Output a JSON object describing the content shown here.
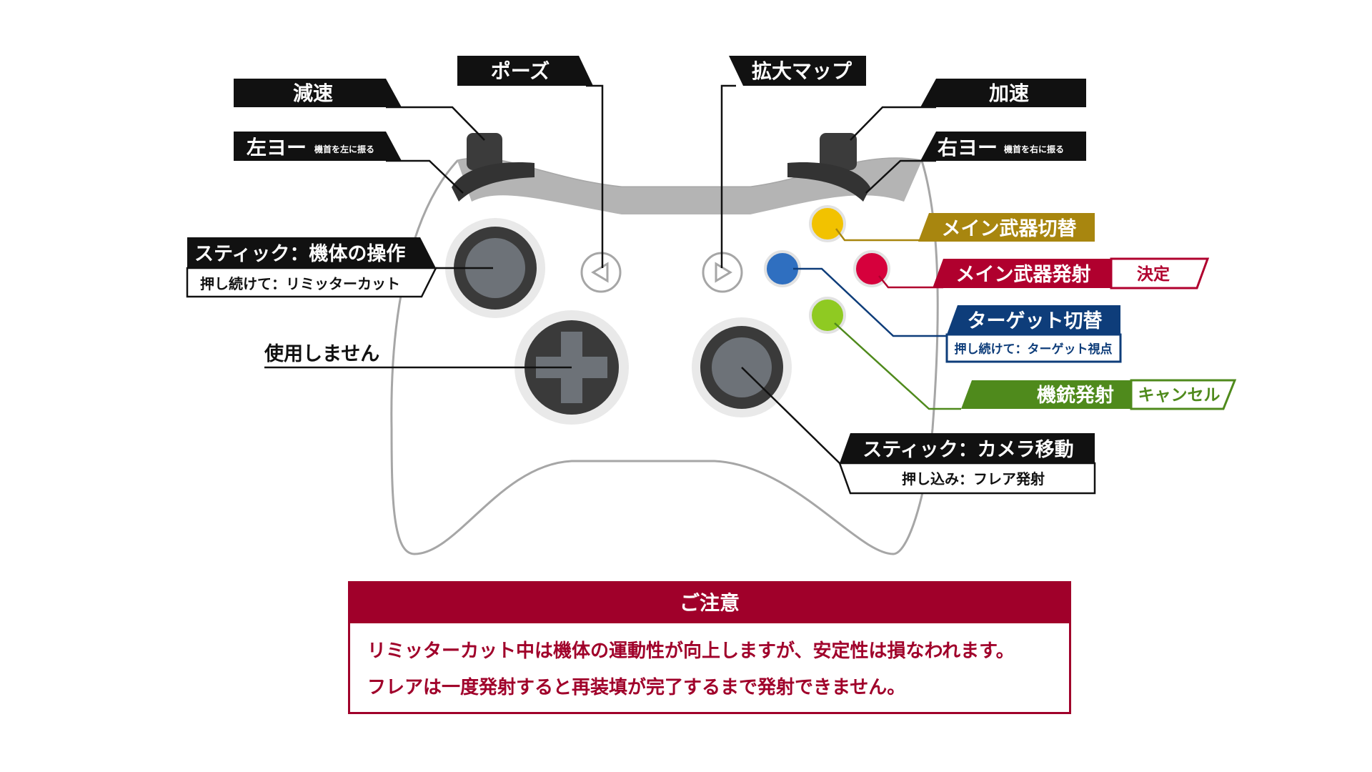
{
  "labels": {
    "pause": "ポーズ",
    "map": "拡大マップ",
    "decel": "減速",
    "accel": "加速",
    "left_yaw": "左ヨー",
    "left_yaw_sub": "機首を左に振る",
    "right_yaw": "右ヨー",
    "right_yaw_sub": "機首を右に振る",
    "left_stick": "スティック：機体の操作",
    "left_stick_sub": "押し続けて：リミッターカット",
    "dpad": "使用しません",
    "main_switch": "メイン武器切替",
    "main_fire": "メイン武器発射",
    "main_fire_alt": "決定",
    "target": "ターゲット切替",
    "target_sub": "押し続けて：ターゲット視点",
    "gun": "機銃発射",
    "gun_alt": "キャンセル",
    "right_stick": "スティック：カメラ移動",
    "right_stick_sub": "押し込み：フレア発射"
  },
  "notice": {
    "title": "ご注意",
    "lines": [
      "リミッターカット中は機体の運動性が向上しますが、安定性は損なわれます。",
      "フレアは一度発射すると再装填が完了するまで発射できません。"
    ]
  },
  "colors": {
    "yellow_button": "#f2c200",
    "red_button": "#d6003c",
    "blue_button": "#2f6fc0",
    "green_button": "#8fca22",
    "main_switch_label": "#a8860f",
    "main_fire_label": "#b0002e",
    "target_label": "#0e3d7a",
    "gun_label": "#4f8a1c",
    "notice": "#a0002a"
  }
}
